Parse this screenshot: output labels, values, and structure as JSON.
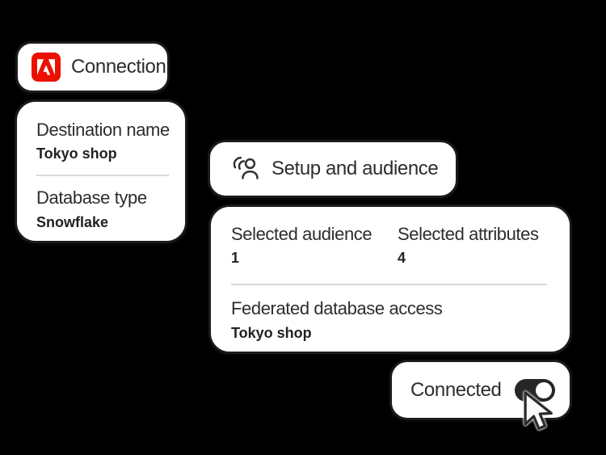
{
  "page": {
    "background": "#000000"
  },
  "colors": {
    "card_background": "#ffffff",
    "card_border": "#1b1b1b",
    "text": "#2d2d2d",
    "divider": "#d9d9d9",
    "adobe_red": "#EB1000",
    "toggle_on": "#262626",
    "toggle_knob": "#ffffff"
  },
  "connection_card": {
    "icon": "adobe-logo-icon",
    "label": "Connection"
  },
  "destination_card": {
    "fields": [
      {
        "label": "Destination name",
        "value": "Tokyo shop"
      },
      {
        "label": "Database type",
        "value": "Snowflake"
      }
    ]
  },
  "setup_card": {
    "icon": "audience-icon",
    "label": "Setup and audience"
  },
  "details_card": {
    "stats": [
      {
        "label": "Selected audience",
        "value": "1"
      },
      {
        "label": "Selected attributes",
        "value": "4"
      }
    ],
    "federated": {
      "label": "Federated database access",
      "value": "Tokyo shop"
    }
  },
  "connected_card": {
    "label": "Connected",
    "toggle": {
      "name": "connected-toggle",
      "state": "on"
    }
  },
  "cursor": {
    "icon": "cursor-arrow-icon"
  }
}
